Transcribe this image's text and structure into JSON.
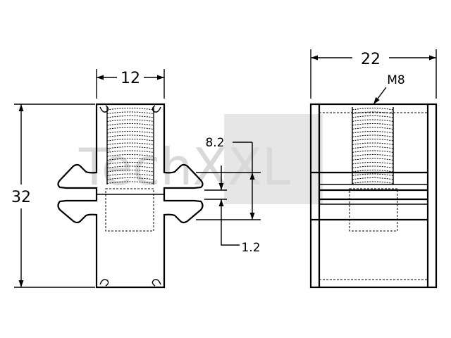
{
  "watermark": {
    "text": "TechXXL"
  },
  "dimensions": {
    "front_width": "12",
    "side_width": "22",
    "height": "32",
    "thread": "M8",
    "slot_spacing": "8.2",
    "slot_width": "1.2"
  }
}
